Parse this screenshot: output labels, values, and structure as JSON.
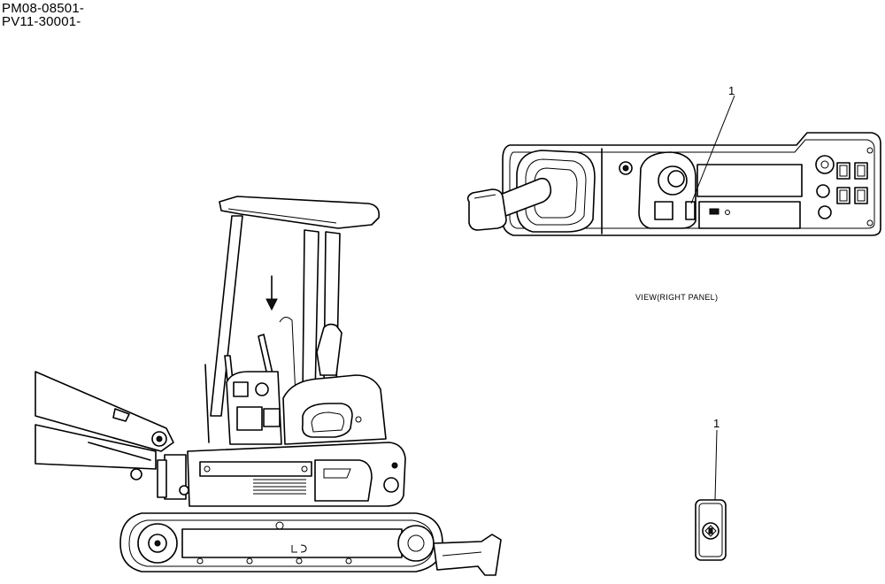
{
  "serials": [
    "PM08-08501-",
    "PV11-30001-"
  ],
  "view_caption": "VIEW(RIGHT PANEL)",
  "callouts": {
    "panel": "1",
    "decal": "1"
  }
}
